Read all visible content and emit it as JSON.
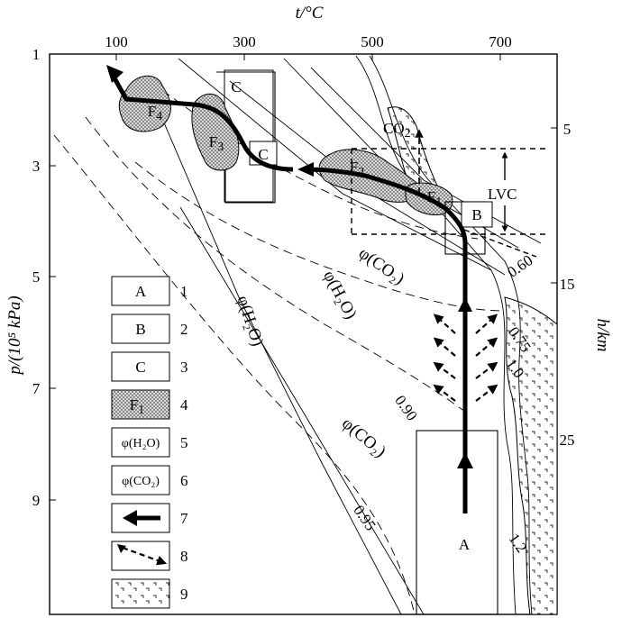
{
  "axes": {
    "top_label": "t/°C",
    "left_label": "p/(10⁵ kPa)",
    "right_label": "h/km",
    "top_ticks": [
      "100",
      "300",
      "500",
      "700"
    ],
    "left_ticks": [
      "1",
      "3",
      "5",
      "7",
      "9"
    ],
    "right_ticks": [
      "5",
      "15",
      "25"
    ]
  },
  "field_labels": {
    "A": "A",
    "B": "B",
    "C1": "C",
    "C2": "C",
    "F4": "F",
    "F4_sub": "4",
    "F3": "F",
    "F3_sub": "3",
    "F2": "F",
    "F2_sub": "2",
    "F1": "F",
    "F1_sub": "1",
    "co2": "CO",
    "co2_sub": "2",
    "lvc": "LVC"
  },
  "isopleths": {
    "phi_h2o_1": "φ(H₂O)",
    "phi_h2o_2": "φ(H₂O)",
    "phi_co2_1": "φ(CO₂)",
    "phi_co2_2": "φ(CO₂)",
    "v090": "0.90",
    "v095": "0.95",
    "v060": "0.60",
    "v075": "0.75",
    "v10": "1.0",
    "v12": "1.2"
  },
  "legend": [
    {
      "num": "1",
      "content": "A"
    },
    {
      "num": "2",
      "content": "B"
    },
    {
      "num": "3",
      "content": "C"
    },
    {
      "num": "4",
      "content": "F",
      "sub": "1"
    },
    {
      "num": "5",
      "content": "φ(H₂O)"
    },
    {
      "num": "6",
      "content": "φ(CO₂)"
    },
    {
      "num": "7",
      "content": ""
    },
    {
      "num": "8",
      "content": ""
    },
    {
      "num": "9",
      "content": ""
    }
  ],
  "colors": {
    "ink": "#000000",
    "paper": "#ffffff",
    "stipple": "#9a9a9a"
  }
}
